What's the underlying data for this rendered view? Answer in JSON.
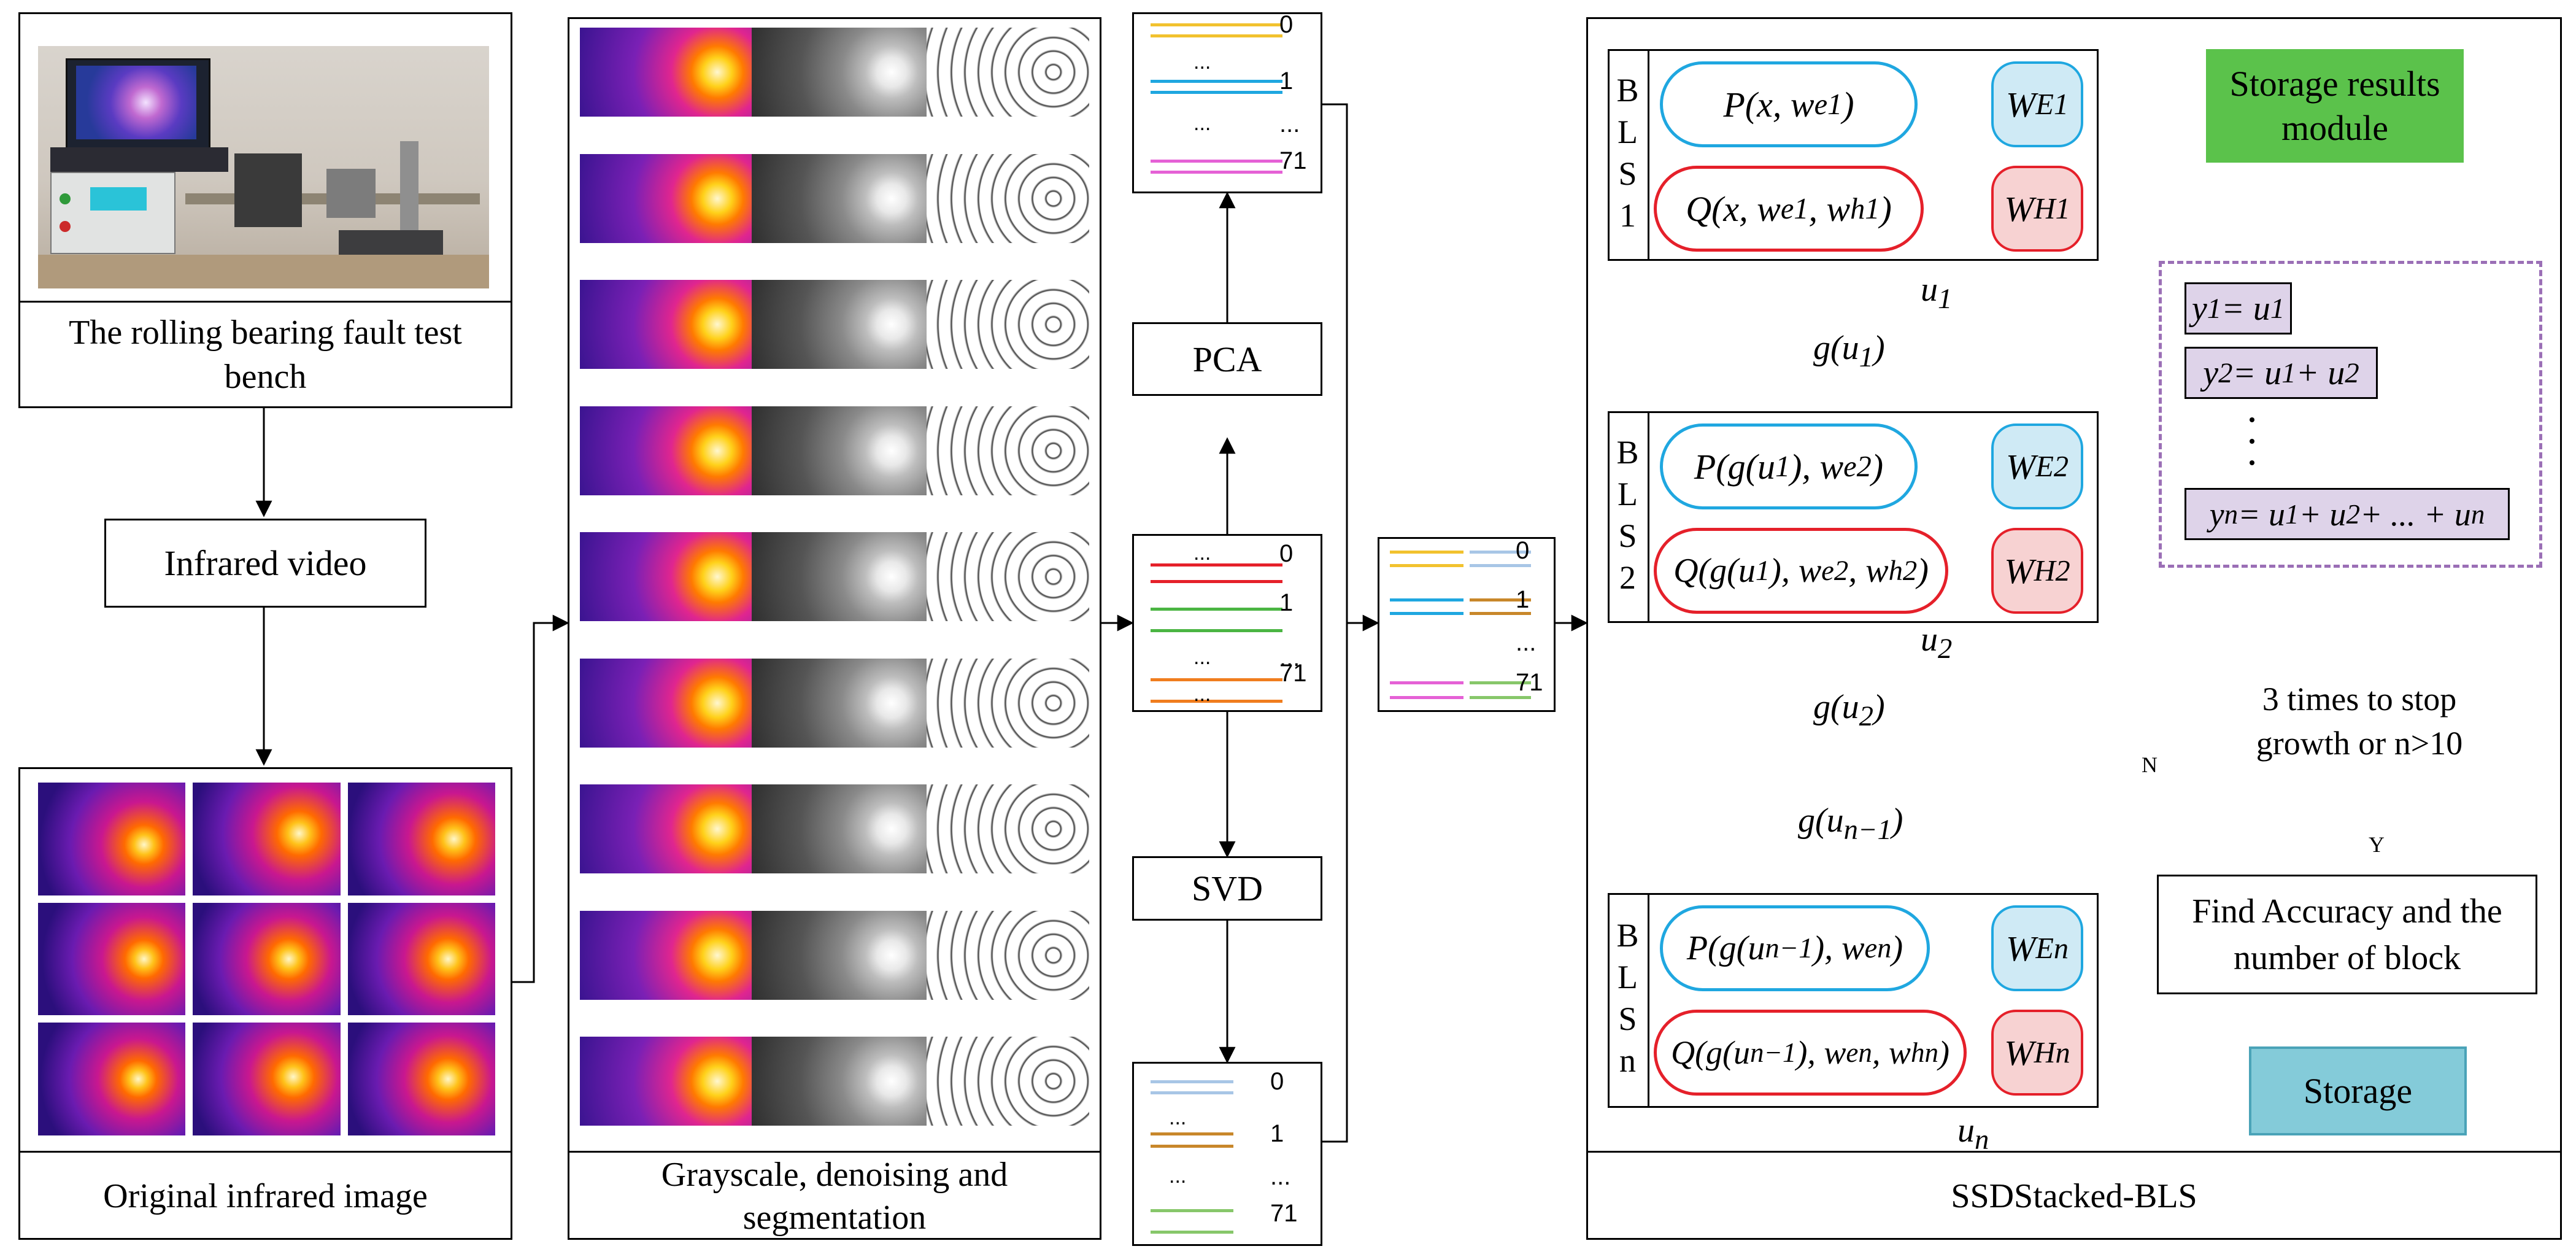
{
  "panel1": {
    "bench_caption": "The rolling bearing fault test bench",
    "infrared_video": "Infrared video",
    "original_caption": "Original infrared image"
  },
  "panel2": {
    "caption": "Grayscale, denoising and segmentation"
  },
  "features": {
    "pca": "PCA",
    "svd": "SVD",
    "idx0": "0",
    "idx1": "1",
    "idx_dots": "...",
    "idx_last": "71",
    "line_dots": "..."
  },
  "panel_bls": {
    "caption": "SSDStacked-BLS",
    "block1_label": "BLS1",
    "block2_label": "BLS2",
    "blockn_label": "BLSn",
    "storage_module": "Storage results module",
    "decision": "3 times to stop growth or n>10",
    "find_accuracy": "Find Accuracy and the number of block",
    "storage": "Storage",
    "n_label": "N",
    "y_label": "Y"
  },
  "colors": {
    "blue_outline": "#1fa7e0",
    "red_outline": "#e5202a",
    "w_e_fill": "#cfeaf5",
    "w_h_fill": "#f7d2d2",
    "green_module": "#5bc24b",
    "storage_fill": "#84cbd9",
    "purple_dash": "#9b6fb6",
    "purple_fill": "#ded3e9",
    "green_dash": "#7cc242",
    "teal_arrow": "#1a95b5"
  },
  "icons": [
    "curved-arrow-icon",
    "down-arrow-icon"
  ]
}
